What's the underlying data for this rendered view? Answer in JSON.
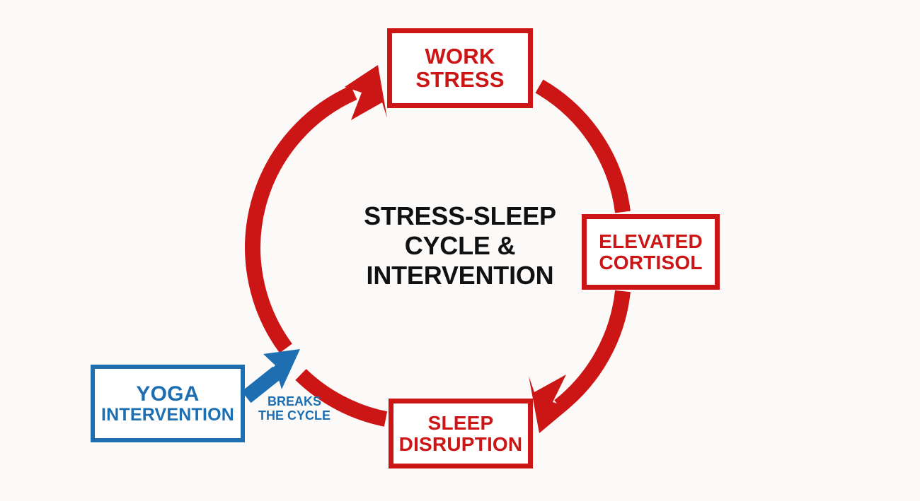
{
  "diagram": {
    "center_title": {
      "lines": [
        "STRESS-SLEEP",
        "CYCLE &",
        "INTERVENTION"
      ]
    },
    "nodes": [
      {
        "id": "work-stress",
        "lines": [
          "WORK",
          "STRESS"
        ],
        "color": "#cc1515",
        "type": "cycle-stage"
      },
      {
        "id": "elevated-cortisol",
        "lines": [
          "ELEVATED",
          "CORTISOL"
        ],
        "color": "#cc1515",
        "type": "cycle-stage"
      },
      {
        "id": "sleep-disruption",
        "lines": [
          "SLEEP",
          "DISRUPTION"
        ],
        "color": "#cc1515",
        "type": "cycle-stage"
      },
      {
        "id": "yoga-intervention",
        "lines": [
          "YOGA",
          "INTERVENTION"
        ],
        "color": "#1d6fb2",
        "type": "intervention"
      }
    ],
    "annotation": {
      "id": "breaks-the-cycle",
      "lines": [
        "BREAKS",
        "THE CYCLE"
      ],
      "color": "#1d6fb2"
    },
    "colors": {
      "cycle_red": "#cc1515",
      "intervention_blue": "#1d6fb2",
      "title_black": "#111111",
      "background": "#fbfaf8"
    },
    "arrows": [
      {
        "id": "arrow-to-work-stress",
        "color": "#cc1515",
        "direction": "up-right"
      },
      {
        "id": "arrow-to-sleep-disruption",
        "color": "#cc1515",
        "direction": "down-left"
      },
      {
        "id": "arrow-yoga-breaks-cycle",
        "color": "#1d6fb2",
        "direction": "up-right"
      }
    ]
  }
}
